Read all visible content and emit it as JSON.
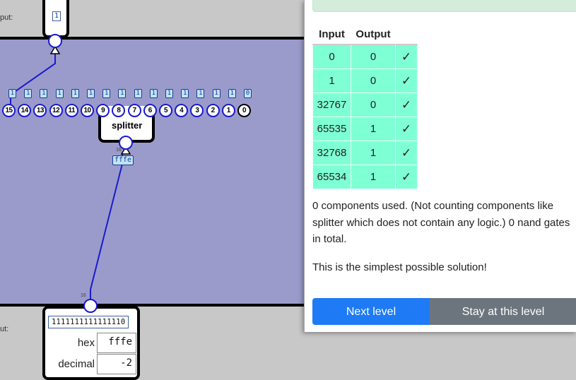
{
  "canvas": {
    "top_label": "put:",
    "bottom_label": "ut:",
    "output_node": {
      "value": "1"
    },
    "bits": [
      "1",
      "1",
      "1",
      "1",
      "1",
      "1",
      "1",
      "1",
      "1",
      "1",
      "1",
      "1",
      "1",
      "1",
      "1",
      "0"
    ],
    "ports": [
      "15",
      "14",
      "13",
      "12",
      "11",
      "10",
      "9",
      "8",
      "7",
      "6",
      "5",
      "4",
      "3",
      "2",
      "1",
      "0"
    ],
    "splitter": {
      "label": "splitter",
      "width_label": "16",
      "hex_value": "fffe"
    },
    "input_node": {
      "width_label": "16",
      "binary": "1111111111111110",
      "hex_label": "hex",
      "hex_value": "fffe",
      "decimal_label": "decimal",
      "decimal_value": "-2"
    },
    "colors": {
      "board": "#9b9bcb",
      "wire": "#1a1ad0",
      "bit_fill": "#bfe3f7"
    }
  },
  "panel": {
    "table": {
      "headers": [
        "Input",
        "Output"
      ],
      "rows": [
        {
          "input": "0",
          "output": "0",
          "status": "✓"
        },
        {
          "input": "1",
          "output": "0",
          "status": "✓"
        },
        {
          "input": "32767",
          "output": "0",
          "status": "✓"
        },
        {
          "input": "65535",
          "output": "1",
          "status": "✓"
        },
        {
          "input": "32768",
          "output": "1",
          "status": "✓"
        },
        {
          "input": "65534",
          "output": "1",
          "status": "✓"
        }
      ],
      "row_color": "#7fffd4"
    },
    "info_text": "0 components used. (Not counting components like splitter which does not contain any logic.) 0 nand gates in total.",
    "result_text": "This is the simplest possible solution!",
    "next_button": "Next level",
    "stay_button": "Stay at this level"
  }
}
